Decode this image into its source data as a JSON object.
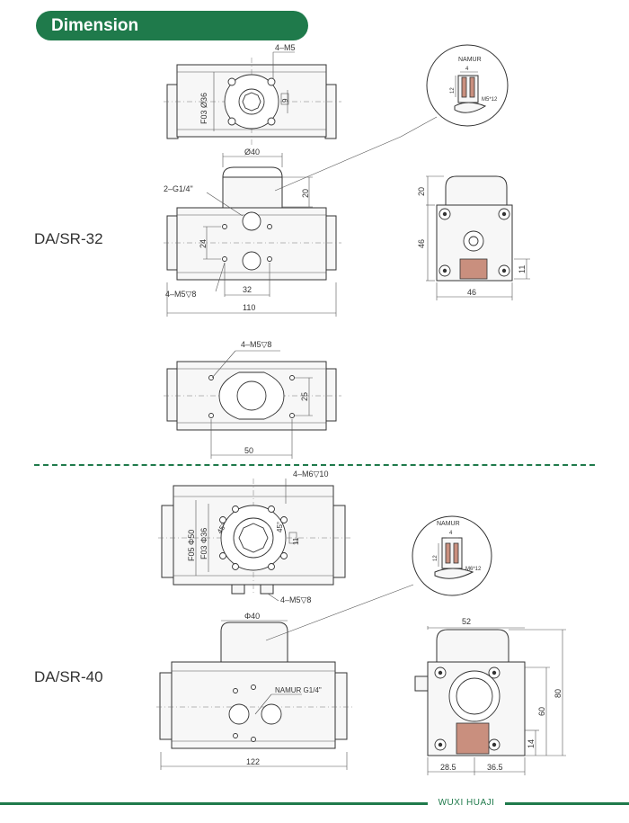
{
  "header": {
    "title": "Dimension"
  },
  "models": {
    "sr32": {
      "label": "DA/SR-32",
      "flange": "F03 Ø36",
      "bolts_top": "4–M5",
      "square": "9",
      "shaft_dia": "Ø40",
      "shaft_h": "20",
      "ports": "2–G1/4\"",
      "port_spacing": "24",
      "mount_bolts": "4–M5▽8",
      "bolt_spacing": "32",
      "length": "110",
      "side_top": "20",
      "side_height": "46",
      "side_low": "11",
      "side_width": "46",
      "namur_label": "NAMUR",
      "namur_h": "12",
      "namur_w": "4",
      "namur_thread": "M5*12",
      "bottom_bolts": "4–M5▽8",
      "bottom_h": "25",
      "bottom_w": "50"
    },
    "sr40": {
      "label": "DA/SR-40",
      "bolts_top": "4–M6▽10",
      "flange_f05": "F05 Φ50",
      "flange_f03": "F03 Φ36",
      "angle": "45°",
      "square": "11",
      "side_bolts": "4–M5▽8",
      "shaft_dia": "Φ40",
      "namur_port": "NAMUR G1/4\"",
      "length": "122",
      "namur_label": "NAMUR",
      "namur_w": "4",
      "namur_h": "12",
      "namur_thread": "M6*12",
      "side_width": "52",
      "side_h1": "80",
      "side_h2": "60",
      "side_low": "14",
      "base_left": "28.5",
      "base_right": "36.5"
    }
  },
  "footer": {
    "brand": "WUXI HUAJI"
  },
  "colors": {
    "brand_green": "#1f7a4b",
    "hatch": "#c98f7e",
    "line": "#333333"
  }
}
